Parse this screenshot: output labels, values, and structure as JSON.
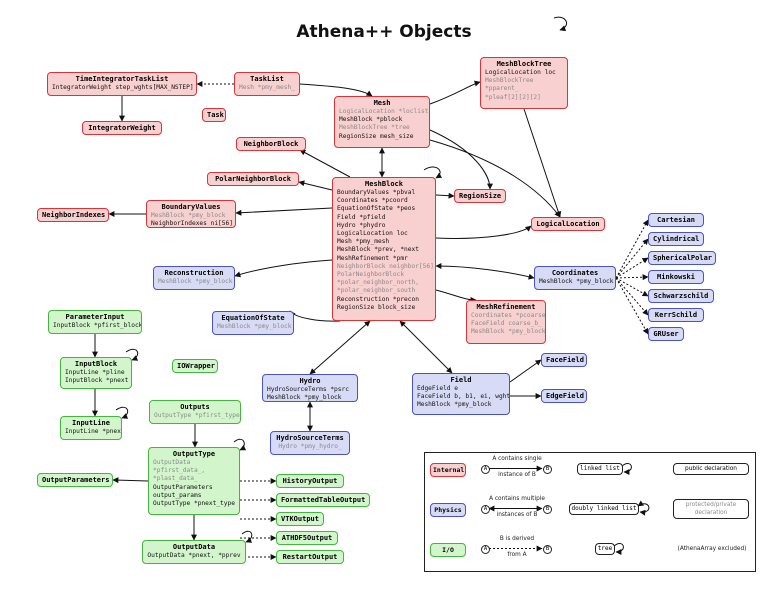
{
  "title": "Athena++ Objects",
  "nodes": {
    "time_integrator_task_list": {
      "title": "TimeIntegratorTaskList",
      "type": "internal",
      "fields": [
        {
          "text": "IntegratorWeight step_wghts[MAX_NSTEP]",
          "public": true
        }
      ]
    },
    "task_list": {
      "title": "TaskList",
      "type": "internal",
      "fields": [
        {
          "text": "Mesh *pmy_mesh_",
          "public": false
        }
      ]
    },
    "integrator_weight": {
      "title": "IntegratorWeight",
      "type": "internal",
      "fields": []
    },
    "task": {
      "title": "Task",
      "type": "internal",
      "fields": []
    },
    "mesh": {
      "title": "Mesh",
      "type": "internal",
      "fields": [
        {
          "text": "LogicalLocation *loclist",
          "public": false
        },
        {
          "text": "MeshBlock *pblock",
          "public": true
        },
        {
          "text": "MeshBlockTree *tree",
          "public": false
        },
        {
          "text": "RegionSize mesh_size",
          "public": true
        }
      ]
    },
    "mesh_block_tree": {
      "title": "MeshBlockTree",
      "type": "internal",
      "fields": [
        {
          "text": "LogicalLocation loc",
          "public": true
        },
        {
          "text": "MeshBlockTree",
          "public": false
        },
        {
          "text": "  *pparent_",
          "public": false
        },
        {
          "text": "  *pleaf[2][2][2]",
          "public": false
        }
      ]
    },
    "neighbor_block": {
      "title": "NeighborBlock",
      "type": "internal",
      "fields": []
    },
    "polar_neighbor_block": {
      "title": "PolarNeighborBlock",
      "type": "internal",
      "fields": []
    },
    "boundary_values": {
      "title": "BoundaryValues",
      "type": "internal",
      "fields": [
        {
          "text": "MeshBlock *pmy_block",
          "public": false
        },
        {
          "text": "NeighborIndexes ni[56]",
          "public": true
        }
      ]
    },
    "neighbor_indexes": {
      "title": "NeighborIndexes",
      "type": "internal",
      "fields": []
    },
    "mesh_block": {
      "title": "MeshBlock",
      "type": "internal",
      "fields": [
        {
          "text": "BoundaryValues *pbval",
          "public": true
        },
        {
          "text": "Coordinates *pcoord",
          "public": true
        },
        {
          "text": "EquationOfState *peos",
          "public": true
        },
        {
          "text": "Field *pfield",
          "public": true
        },
        {
          "text": "Hydro *phydro",
          "public": true
        },
        {
          "text": "LogicalLocation loc",
          "public": true
        },
        {
          "text": "Mesh *pmy_mesh",
          "public": true
        },
        {
          "text": "MeshBlock *prev, *next",
          "public": true
        },
        {
          "text": "MeshRefinement *pmr",
          "public": true
        },
        {
          "text": "NeighborBlock neighbor[56]",
          "public": false
        },
        {
          "text": "PolarNeighborBlock",
          "public": false
        },
        {
          "text": "  *polar_neighbor_north,",
          "public": false
        },
        {
          "text": "  *polar_neighbor_south",
          "public": false
        },
        {
          "text": "Reconstruction *precon",
          "public": true
        },
        {
          "text": "RegionSize block_size",
          "public": true
        }
      ]
    },
    "region_size": {
      "title": "RegionSize",
      "type": "internal",
      "fields": []
    },
    "logical_location": {
      "title": "LogicalLocation",
      "type": "internal",
      "fields": []
    },
    "reconstruction": {
      "title": "Reconstruction",
      "type": "physics",
      "fields": [
        {
          "text": "MeshBlock *pmy_block",
          "public": false
        }
      ]
    },
    "equation_of_state": {
      "title": "EquationOfState",
      "type": "physics",
      "fields": [
        {
          "text": "MeshBlock *pmy_block",
          "public": false
        }
      ]
    },
    "mesh_refinement": {
      "title": "MeshRefinement",
      "type": "internal",
      "fields": [
        {
          "text": "Coordinates *pcoarsec",
          "public": false
        },
        {
          "text": "FaceField coarse_b_",
          "public": false
        },
        {
          "text": "MeshBlock *pmy_block",
          "public": false
        }
      ]
    },
    "coordinates": {
      "title": "Coordinates",
      "type": "physics",
      "fields": [
        {
          "text": "MeshBlock *pmy_block",
          "public": true
        }
      ]
    },
    "cartesian": {
      "title": "Cartesian",
      "type": "physics",
      "fields": []
    },
    "cylindrical": {
      "title": "Cylindrical",
      "type": "physics",
      "fields": []
    },
    "spherical_polar": {
      "title": "SphericalPolar",
      "type": "physics",
      "fields": []
    },
    "minkowski": {
      "title": "Minkowski",
      "type": "physics",
      "fields": []
    },
    "schwarzschild": {
      "title": "Schwarzschild",
      "type": "physics",
      "fields": []
    },
    "kerr_schild": {
      "title": "KerrSchild",
      "type": "physics",
      "fields": []
    },
    "gr_user": {
      "title": "GRUser",
      "type": "physics",
      "fields": []
    },
    "parameter_input": {
      "title": "ParameterInput",
      "type": "io",
      "fields": [
        {
          "text": "InputBlock *pfirst_block",
          "public": true
        }
      ]
    },
    "input_block": {
      "title": "InputBlock",
      "type": "io",
      "fields": [
        {
          "text": "InputLine *pline",
          "public": true
        },
        {
          "text": "InputBlock *pnext",
          "public": true
        }
      ]
    },
    "input_line": {
      "title": "InputLine",
      "type": "io",
      "fields": [
        {
          "text": "InputLine *pnext",
          "public": true
        }
      ]
    },
    "io_wrapper": {
      "title": "IOWrapper",
      "type": "io",
      "fields": []
    },
    "outputs": {
      "title": "Outputs",
      "type": "io",
      "fields": [
        {
          "text": "OutputType *pfirst_type_",
          "public": false
        }
      ]
    },
    "output_type": {
      "title": "OutputType",
      "type": "io",
      "fields": [
        {
          "text": "OutputData",
          "public": false
        },
        {
          "text": "  *pfirst_data_,",
          "public": false
        },
        {
          "text": "  *plast_data_",
          "public": false
        },
        {
          "text": "OutputParameters",
          "public": true
        },
        {
          "text": "  output_params",
          "public": true
        },
        {
          "text": "OutputType *pnext_type",
          "public": true
        }
      ]
    },
    "output_parameters": {
      "title": "OutputParameters",
      "type": "io",
      "fields": []
    },
    "output_data": {
      "title": "OutputData",
      "type": "io",
      "fields": [
        {
          "text": "OutputData *pnext, *pprev",
          "public": true
        }
      ]
    },
    "history_output": {
      "title": "HistoryOutput",
      "type": "io",
      "fields": []
    },
    "formatted_table_output": {
      "title": "FormattedTableOutput",
      "type": "io",
      "fields": []
    },
    "vtk_output": {
      "title": "VTKOutput",
      "type": "io",
      "fields": []
    },
    "athdf5_output": {
      "title": "ATHDF5Output",
      "type": "io",
      "fields": []
    },
    "restart_output": {
      "title": "RestartOutput",
      "type": "io",
      "fields": []
    },
    "hydro": {
      "title": "Hydro",
      "type": "physics",
      "fields": [
        {
          "text": "HydroSourceTerms *psrc",
          "public": true
        },
        {
          "text": "MeshBlock *pmy_block",
          "public": true
        }
      ]
    },
    "hydro_source_terms": {
      "title": "HydroSourceTerms",
      "type": "physics",
      "fields": [
        {
          "text": "Hydro *pmy_hydro_",
          "public": false
        }
      ]
    },
    "field": {
      "title": "Field",
      "type": "physics",
      "fields": [
        {
          "text": "EdgeField e",
          "public": true
        },
        {
          "text": "FaceField b, b1, ei, wght",
          "public": true
        },
        {
          "text": "MeshBlock *pmy_block",
          "public": true
        }
      ]
    },
    "face_field": {
      "title": "FaceField",
      "type": "physics",
      "fields": []
    },
    "edge_field": {
      "title": "EdgeField",
      "type": "physics",
      "fields": []
    }
  },
  "legend": {
    "internal": "Internal",
    "physics": "Physics",
    "io": "I/O",
    "node_a": "A",
    "node_b": "B",
    "contains_single": "A contains single",
    "contains_single_2": "instance of B",
    "contains_multiple": "A contains multiple",
    "contains_multiple_2": "instances of B",
    "derived": "B is derived",
    "derived_2": "from A",
    "linked_list": "linked list",
    "doubly_linked_list": "doubly linked list",
    "tree": "tree",
    "public_declaration": "public declaration",
    "protected_private": "protected/private",
    "protected_private_2": "declaration",
    "athena_array_excluded": "(AthenaArray excluded)"
  }
}
